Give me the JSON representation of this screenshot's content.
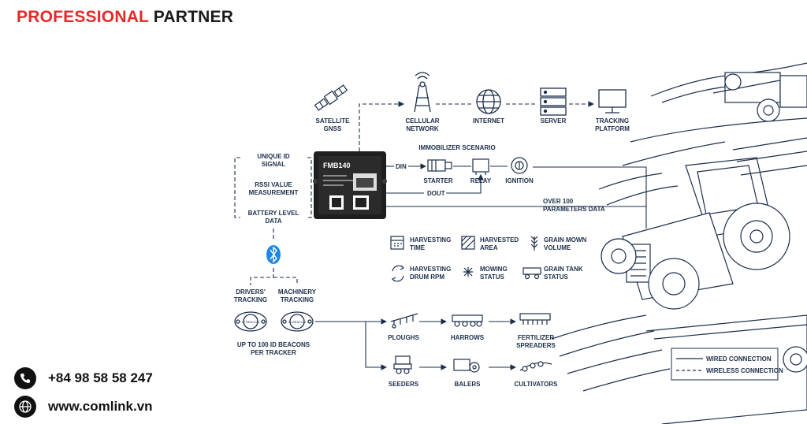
{
  "header": {
    "title_red": "PROFESSIONAL",
    "title_dark": "PARTNER"
  },
  "labels": {
    "satellite": [
      "SATELLITE",
      "GNSS"
    ],
    "cellular": [
      "CELLULAR",
      "NETWORK"
    ],
    "internet": "INTERNET",
    "server": "SERVER",
    "tracking_platform": [
      "TRACKING",
      "PLATFORM"
    ],
    "immobilizer": "IMMOBILIZER SCENARIO",
    "din": "DIN",
    "dout": "DOUT",
    "starter": "STARTER",
    "relay": "RELAY",
    "ignition": "IGNITION",
    "unique_id": [
      "UNIQUE ID",
      "SIGNAL"
    ],
    "rssi": [
      "RSSI VALUE",
      "MEASUREMENT"
    ],
    "battery": [
      "BATTERY LEVEL",
      "DATA"
    ],
    "over100": [
      "OVER 100",
      "PARAMETERS DATA"
    ],
    "harvesting_time": [
      "HARVESTING",
      "TIME"
    ],
    "harvested_area": [
      "HARVESTED",
      "AREA"
    ],
    "grain_mown": [
      "GRAIN MOWN",
      "VOLUME"
    ],
    "harvesting_drum": [
      "HARVESTING",
      "DRUM RPM"
    ],
    "mowing_status": [
      "MOWING",
      "STATUS"
    ],
    "grain_tank": [
      "GRAIN TANK",
      "STATUS"
    ],
    "drivers_tracking": [
      "DRIVERS'",
      "TRACKING"
    ],
    "machinery_tracking": [
      "MACHINERY",
      "TRACKING"
    ],
    "beacons": [
      "UP TO 100 ID BEACONS",
      "PER  TRACKER"
    ],
    "ploughs": "PLOUGHS",
    "harrows": "HARROWS",
    "fertilizer": [
      "FERTILIZER",
      "SPREADERS"
    ],
    "seeders": "SEEDERS",
    "balers": "BALERS",
    "cultivators": "CULTIVATORS",
    "device_model": "FMB140",
    "beacon_text": "ID BEACON"
  },
  "legend": {
    "wired": "WIRED CONNECTION",
    "wireless": "WIRELESS CONNECTION"
  },
  "contact": {
    "phone": "+84 98 58 58 247",
    "website": "www.comlink.vn"
  },
  "colors": {
    "accent_red": "#e52a2a",
    "diagram_navy": "#1c2e4a",
    "bluetooth_blue": "#1e88e5"
  },
  "icons": [
    "satellite-icon",
    "antenna-icon",
    "globe-icon",
    "server-icon",
    "monitor-icon",
    "bluetooth-icon",
    "phone-icon",
    "globe-icon"
  ]
}
